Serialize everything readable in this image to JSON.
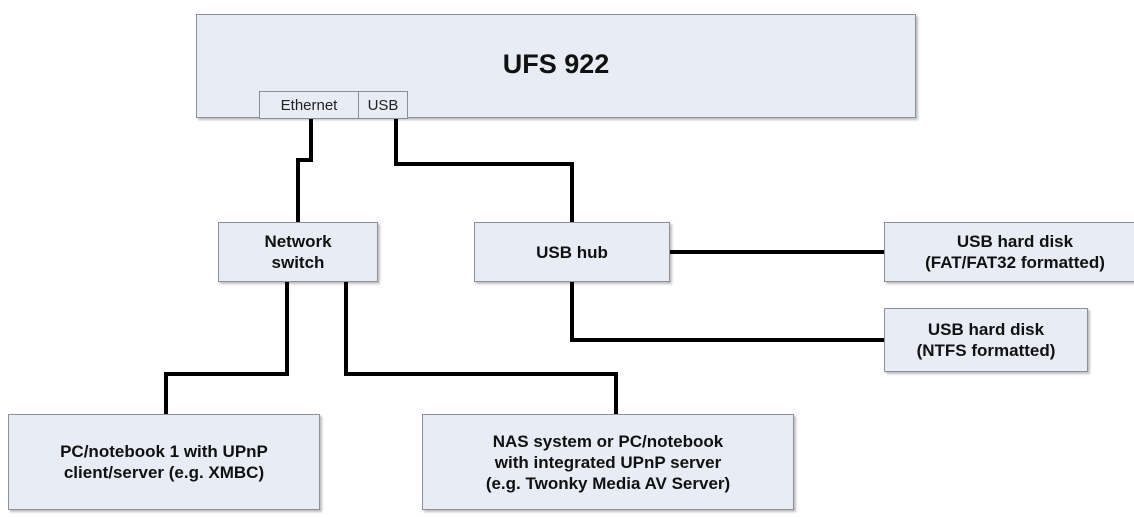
{
  "device": {
    "title": "UFS 922",
    "ports": {
      "ethernet": "Ethernet",
      "usb": "USB"
    }
  },
  "nodes": {
    "network_switch": "Network\nswitch",
    "usb_hub": "USB hub",
    "usb_disk_fat": "USB hard disk\n(FAT/FAT32 formatted)",
    "usb_disk_ntfs": "USB hard disk\n(NTFS formatted)",
    "pc_notebook": "PC/notebook 1 with UPnP\nclient/server (e.g. XMBC)",
    "nas_system": "NAS system or PC/notebook\nwith integrated UPnP server\n(e.g. Twonky Media AV Server)"
  },
  "colors": {
    "box_fill": "#e8ecf5",
    "box_border": "#8a8f98",
    "connector": "#000000"
  }
}
